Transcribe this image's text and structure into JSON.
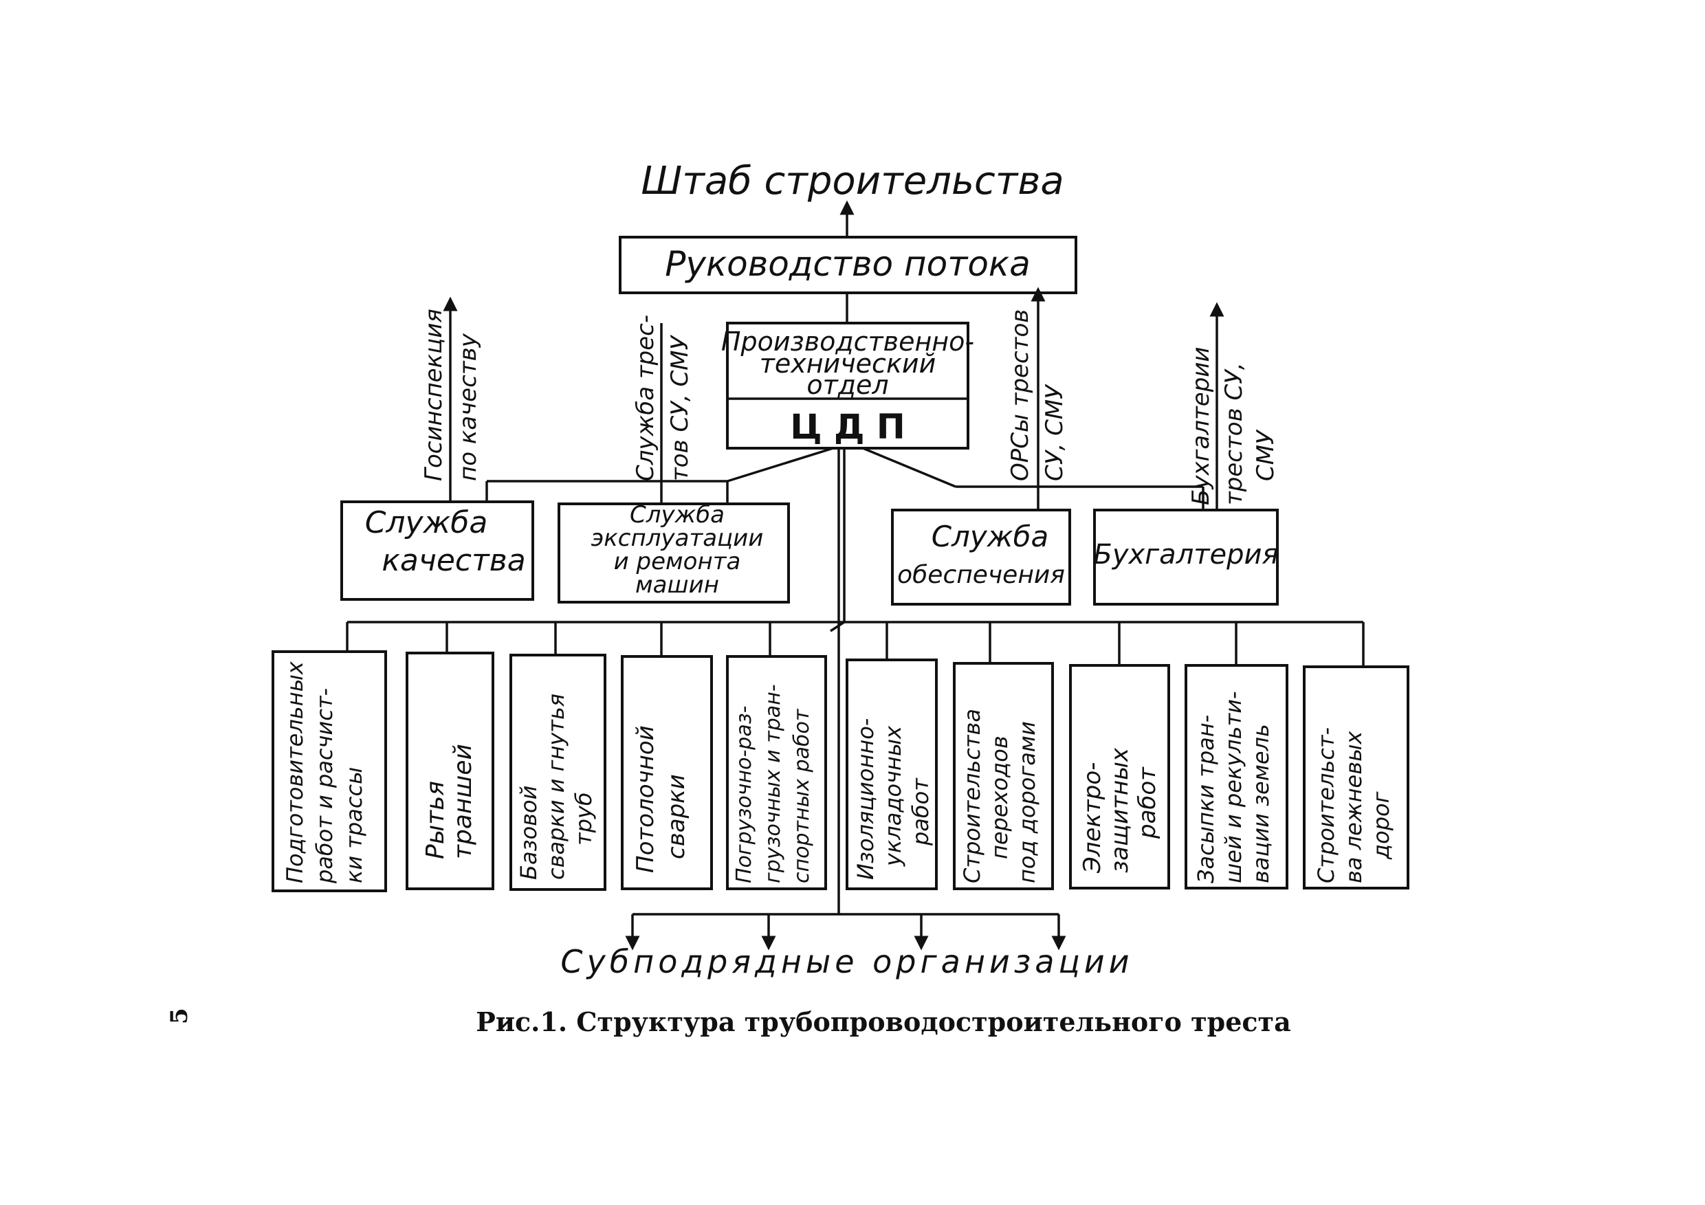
{
  "diagram": {
    "top_label": "Штаб строительства",
    "management": "Руководство потока",
    "pto": [
      "Производственно-",
      "технический",
      "отдел"
    ],
    "cdp": "Ц Д П",
    "services": {
      "quality": [
        "Служба",
        "качества"
      ],
      "machinery": [
        "Служба",
        "эксплуатации",
        "и ремонта",
        "машин"
      ],
      "supply": [
        "Служба",
        "обеспечения"
      ],
      "accounting": [
        "Бухгалтерия"
      ]
    },
    "external": {
      "gosinspection": [
        "Госинспекция",
        "по качеству"
      ],
      "trust_service": [
        "Служба трес-",
        "тов СУ, СМУ"
      ],
      "ors": [
        "ОРСы трестов",
        "СУ, СМУ"
      ],
      "trust_accounting": [
        "Бухгалтерии",
        "трестов СУ,",
        "СМУ"
      ]
    },
    "sections": [
      [
        "Подготовительных",
        "работ и расчист-",
        "ки трассы"
      ],
      [
        "Рытья",
        "траншей"
      ],
      [
        "Базовой",
        "сварки и гнутья",
        "труб"
      ],
      [
        "Потолочной",
        "сварки"
      ],
      [
        "Погрузочно-раз-",
        "грузочных и тран-",
        "спортных работ"
      ],
      [
        "Изоляционно-",
        "укладочных",
        "работ"
      ],
      [
        "Строительства",
        "переходов",
        "под дорогами"
      ],
      [
        "Электро-",
        "защитных",
        "работ"
      ],
      [
        "Засыпки тран-",
        "шей и рекульти-",
        "вации земель"
      ],
      [
        "Строительст-",
        "ва лежневых",
        "дорог"
      ]
    ],
    "bottom_label": "Субподрядные организации"
  },
  "page_number": "5",
  "caption": "Рис.1. Структура трубопроводостроительного треста"
}
